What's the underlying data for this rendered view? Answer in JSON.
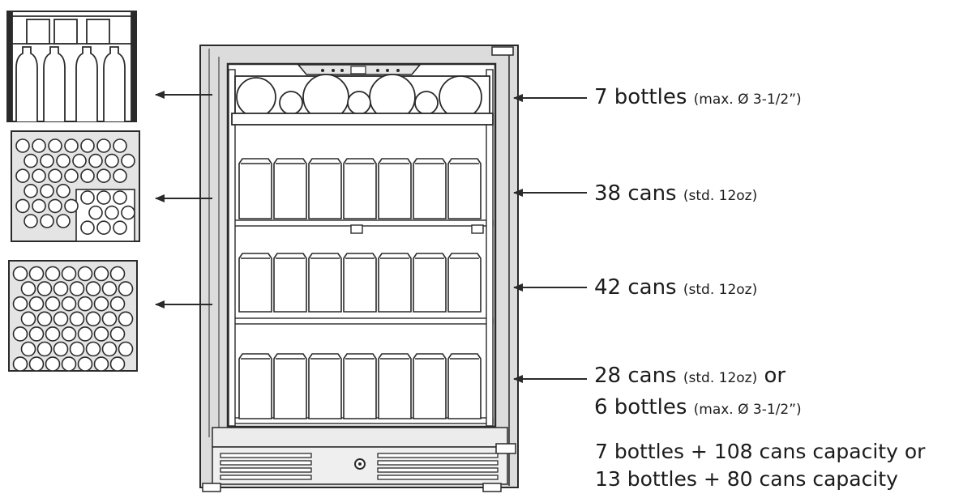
{
  "callouts": [
    {
      "main": "7 bottles",
      "note": "(max. Ø 3-1/2”)"
    },
    {
      "main": "38 cans",
      "note": "(std. 12oz)"
    },
    {
      "main": "42 cans",
      "note": "(std. 12oz)"
    },
    {
      "main": "28 cans",
      "note": "(std. 12oz)",
      "tail": " or",
      "main2": "6 bottles",
      "note2": "(max. Ø 3-1/2”)"
    }
  ],
  "summary": {
    "line1": "7 bottles + 108 cans capacity or",
    "line2": "13 bottles + 80 cans capacity"
  },
  "colors": {
    "line": "#2a2a2a",
    "frame": "#d9d9d9",
    "fill": "#ffffff"
  }
}
